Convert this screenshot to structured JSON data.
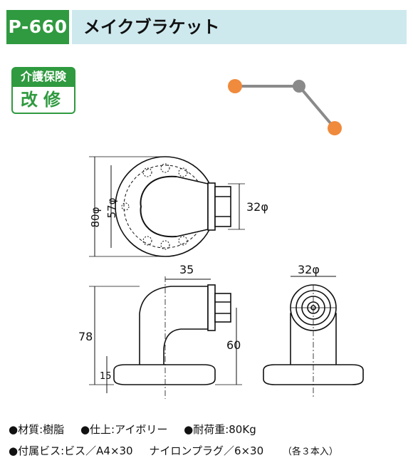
{
  "header": {
    "code": "P-660",
    "title": "メイクブラケット"
  },
  "badge": {
    "top": "介護保険",
    "bottom": "改修"
  },
  "dims": {
    "outer_dia": "80φ",
    "inner_dia": "57φ",
    "pipe_dia_front": "32φ",
    "width_35": "35",
    "pipe_dia_side": "32φ",
    "height_78": "78",
    "height_60": "60",
    "base_15": "15"
  },
  "specs": {
    "material": "●材質:樹脂",
    "finish": "●仕上:アイボリー",
    "load": "●耐荷重:80Kg",
    "screws": "●付属ビス:ビス／A4×30",
    "plugs": "ナイロンプラグ／6×30",
    "note": "（各３本入）"
  },
  "colors": {
    "brand_green": "#2f9a3f",
    "title_bg": "#cde9ee",
    "accent_orange": "#f08a3c",
    "icon_gray": "#8a8a8a"
  }
}
